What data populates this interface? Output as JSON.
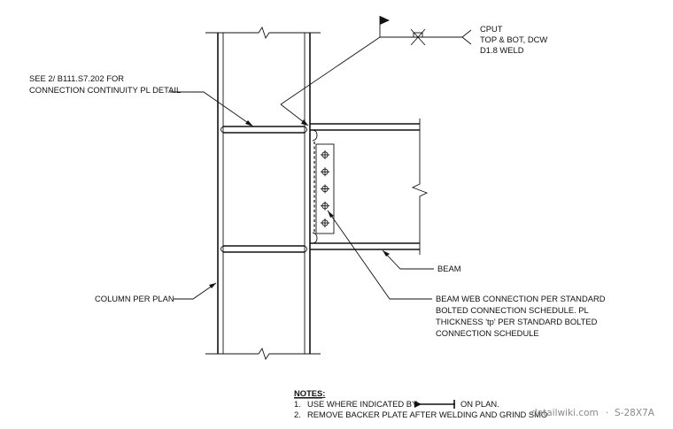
{
  "labels": {
    "see_ref": "SEE  2/ B111.S7.202    FOR",
    "see_ref_line2": "CONNECTION CONTINUITY PL DETAIL",
    "weld_line1": "CPUT",
    "weld_line2": "TOP & BOT, DCW",
    "weld_line3": "D1.8 WELD",
    "beam": "BEAM",
    "column": "COLUMN PER PLAN",
    "web_conn_line1": "BEAM WEB CONNECTION PER STANDARD",
    "web_conn_line2": "BOLTED CONNECTION SCHEDULE. PL",
    "web_conn_line3": "THICKNESS 'tp' PER STANDARD BOLTED",
    "web_conn_line4": "CONNECTION SCHEDULE"
  },
  "notes": {
    "heading": "NOTES:",
    "items": [
      {
        "number": "1.",
        "text_before": "USE WHERE INDICATED BY",
        "text_after": "ON PLAN."
      },
      {
        "number": "2.",
        "text": "REMOVE BACKER PLATE AFTER WELDING AND GRIND SMO"
      }
    ]
  },
  "watermark": {
    "site": "detailwiki.com",
    "separator": "·",
    "code": "S-28X7A"
  },
  "bolts": 5
}
